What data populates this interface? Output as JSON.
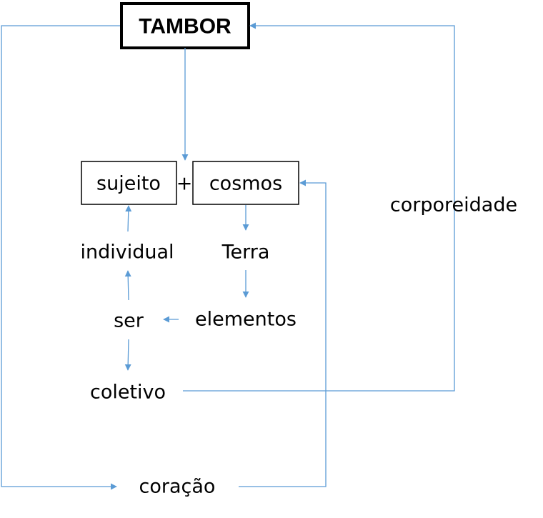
{
  "colors": {
    "connector": "#5B9BD5",
    "box_border": "#000000",
    "text": "#000000"
  },
  "nodes": {
    "tambor": "TAMBOR",
    "sujeito": "sujeito",
    "plus": "+",
    "cosmos": "cosmos",
    "individual": "individual",
    "terra": "Terra",
    "ser": "ser",
    "elementos": "elementos",
    "coletivo": "coletivo",
    "coracao": "coração",
    "corporeidade": "corporeidade"
  }
}
